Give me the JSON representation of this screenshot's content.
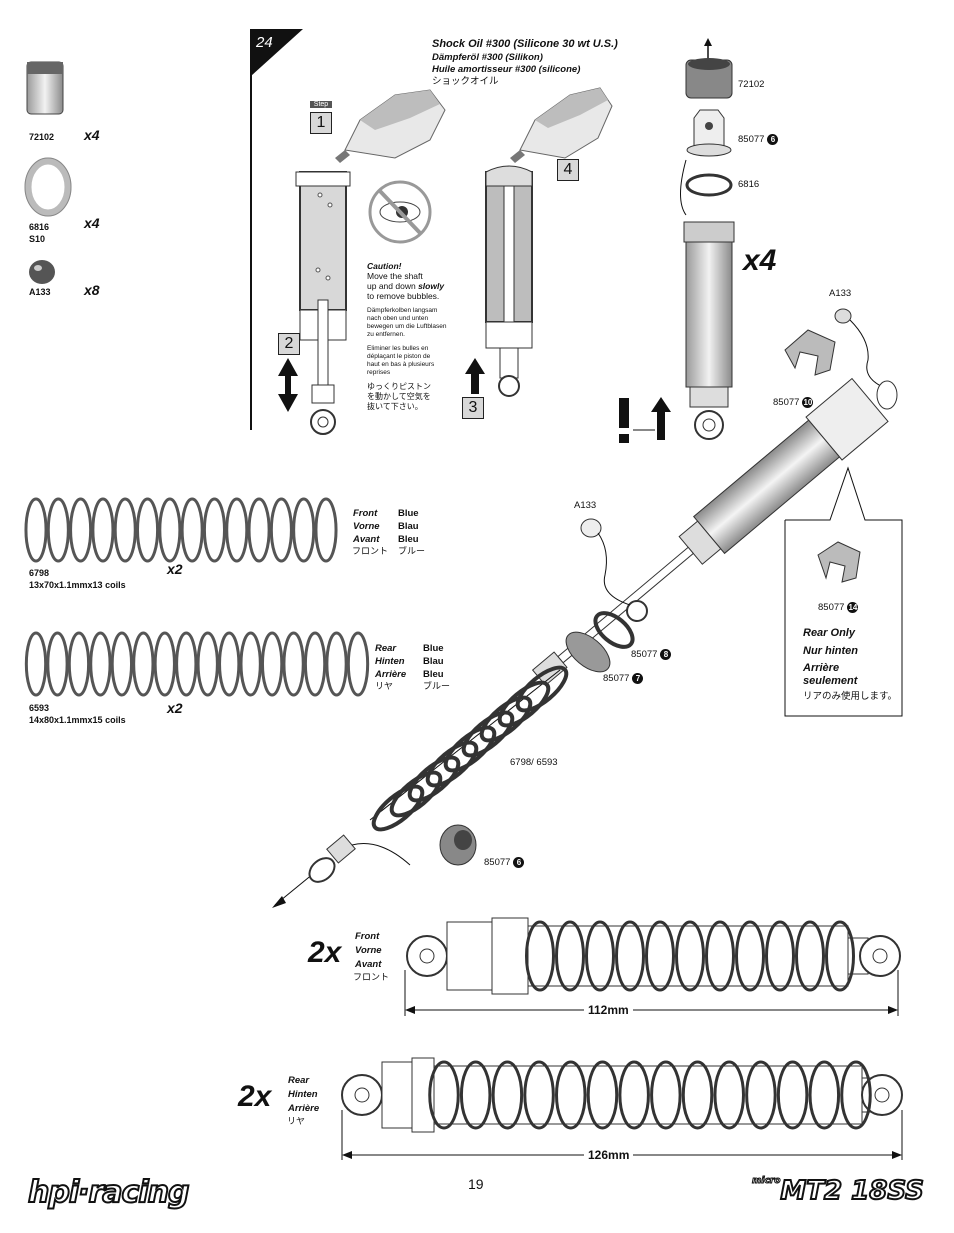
{
  "step": {
    "number": "24",
    "step_word": "Step"
  },
  "parts": [
    {
      "code": "72102",
      "code2": "",
      "qty": "x4"
    },
    {
      "code": "6816",
      "code2": "S10",
      "qty": "x4"
    },
    {
      "code": "A133",
      "code2": "",
      "qty": "x8"
    }
  ],
  "oil": {
    "en": "Shock Oil #300 (Silicone 30 wt U.S.)",
    "de": "Dämpferöl #300 (Silikon)",
    "fr": "Huile amortisseur #300 (silicone)",
    "jp": "ショックオイル"
  },
  "substeps": [
    "1",
    "2",
    "3",
    "4"
  ],
  "caution": {
    "title": "Caution!",
    "en_1": "Move the shaft",
    "en_2": "up and down",
    "en_slowly": "slowly",
    "en_3": "to remove bubbles.",
    "de_1": "Dämpferkolben langsam",
    "de_2": "nach oben und unten",
    "de_3": "bewegen um die Luftblasen",
    "de_4": "zu entfernen.",
    "fr_1": "Eliminer les bulles en",
    "fr_2": "déplaçant le piston de",
    "fr_3": "haut en bas à plusieurs",
    "fr_4": "reprises",
    "jp_1": "ゆっくりピストン",
    "jp_2": "を動かして空気を",
    "jp_3": "抜いて下さい。"
  },
  "callouts": {
    "c72102": "72102",
    "c85077_6_top": "85077",
    "b6": "6",
    "c6816": "6816",
    "x4": "x4",
    "a133_top": "A133",
    "c85077_10": "85077",
    "b10": "10",
    "a133_mid": "A133",
    "c85077_8": "85077",
    "b8": "8",
    "c85077_7": "85077",
    "b7": "7",
    "spring": "6798/ 6593",
    "c85077_6_bot": "85077",
    "b6b": "6"
  },
  "rear_only": {
    "part": "85077",
    "badge": "14",
    "en": "Rear Only",
    "de": "Nur hinten",
    "fr_1": "Arrière",
    "fr_2": "seulement",
    "jp": "リアのみ使用します。"
  },
  "springs": [
    {
      "code": "6798",
      "desc": "13x70x1.1mmx13 coils",
      "qty": "x2",
      "pos_en": "Front",
      "pos_de": "Vorne",
      "pos_fr": "Avant",
      "pos_jp": "フロント",
      "col_en": "Blue",
      "col_de": "Blau",
      "col_fr": "Bleu",
      "col_jp": "ブルー"
    },
    {
      "code": "6593",
      "desc": "14x80x1.1mmx15 coils",
      "qty": "x2",
      "pos_en": "Rear",
      "pos_de": "Hinten",
      "pos_fr": "Arrière",
      "pos_jp": "リヤ",
      "col_en": "Blue",
      "col_de": "Blau",
      "col_fr": "Bleu",
      "col_jp": "ブルー"
    }
  ],
  "assemblies": [
    {
      "qty": "2x",
      "en": "Front",
      "de": "Vorne",
      "fr": "Avant",
      "jp": "フロント",
      "length": "112mm"
    },
    {
      "qty": "2x",
      "en": "Rear",
      "de": "Hinten",
      "fr": "Arrière",
      "jp": "リヤ",
      "length": "126mm"
    }
  ],
  "footer": {
    "page": "19",
    "brand": "hpi·racing",
    "model_small": "micro",
    "model": "MT2 18SS"
  }
}
